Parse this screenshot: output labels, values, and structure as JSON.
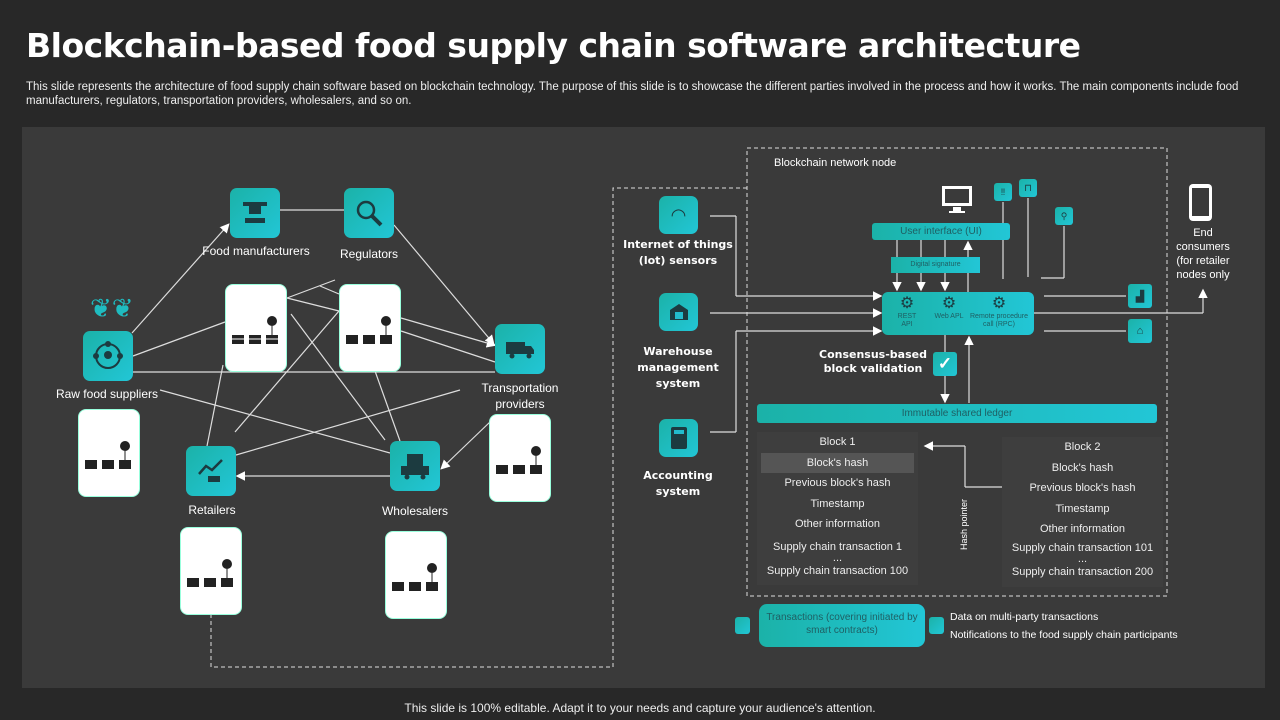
{
  "title": "Blockchain-based food supply chain software architecture",
  "description": "This slide represents the architecture of food supply chain software based on blockchain technology. The purpose of this slide is to showcase the different parties involved in the process and how it works. The main components include food manufacturers, regulators, transportation providers, wholesalers, and so on.",
  "footer": "This slide is 100% editable. Adapt it to your needs and capture your audience's attention.",
  "parties": {
    "food_manufacturers": "Food manufacturers",
    "regulators": "Regulators",
    "raw_food_suppliers": "Raw food suppliers",
    "transportation": "Transportation providers",
    "retailers": "Retailers",
    "wholesalers": "Wholesalers"
  },
  "sources": {
    "iot": "Internet of things (lot) sensors",
    "warehouse": "Warehouse management system",
    "accounting": "Accounting system"
  },
  "node": {
    "title": "Blockchain network node",
    "ui": "User interface (UI)",
    "signature": "Digital signature",
    "rest": "REST API",
    "web": "Web APL",
    "rpc": "Remote procedure call (RPC)",
    "consensus": "Consensus-based block validation",
    "ledger": "Immutable  shared ledger",
    "hash_pointer": "Hash pointer"
  },
  "block1": {
    "title": "Block 1",
    "rows": [
      "Block's hash",
      "Previous block's hash",
      "Timestamp",
      "Other information",
      "Supply chain transaction 1",
      "...",
      "Supply chain transaction 100"
    ]
  },
  "block2": {
    "title": "Block 2",
    "rows": [
      "Block's hash",
      "Previous block's hash",
      "Timestamp",
      "Other information",
      "Supply chain transaction 101",
      "...",
      "Supply chain transaction 200"
    ]
  },
  "end_consumers": "End consumers (for retailer nodes only",
  "legend": {
    "transactions": "Transactions (covering initiated by smart contracts)",
    "data": "Data on multi-party transactions",
    "notifications": "Notifications to the food supply chain participants"
  },
  "colors": {
    "accent": "#1fbcc0",
    "panel": "#3a3a3a",
    "bg": "#282828"
  }
}
